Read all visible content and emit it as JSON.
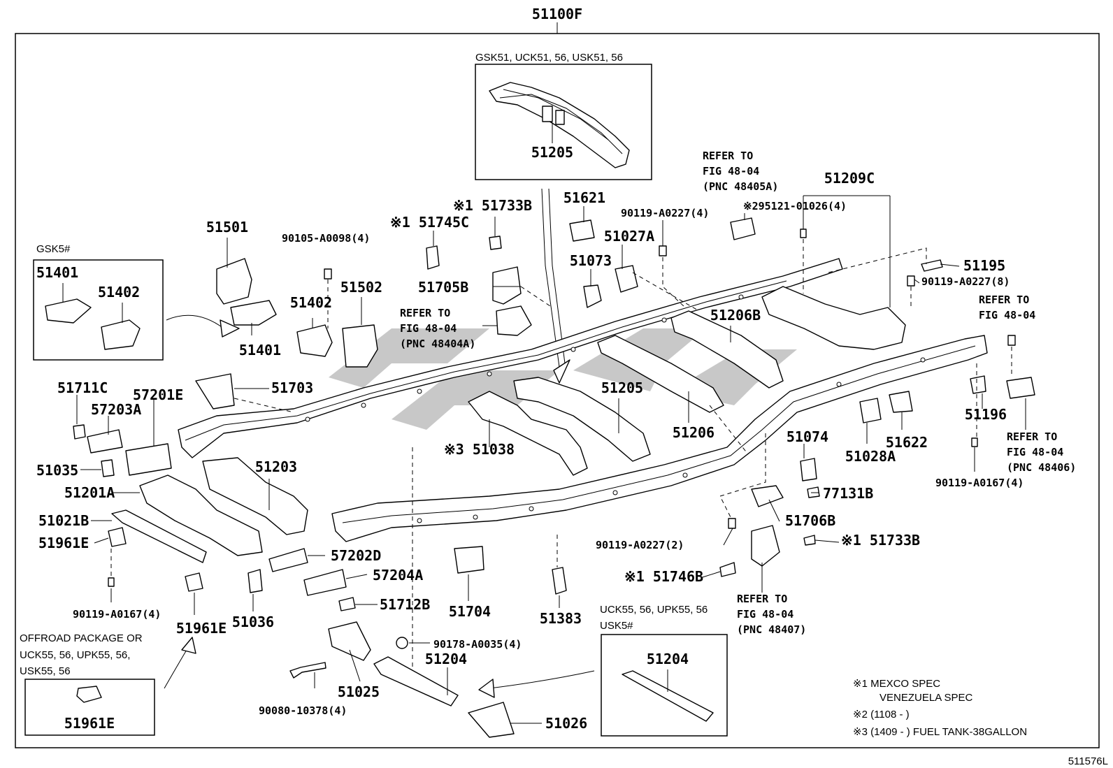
{
  "diagram": {
    "assembly_label": "51100F",
    "figure_code": "511576L",
    "insets": {
      "top_center": {
        "header": "GSK51, UCK51, 56, USK51, 56",
        "part": "51205"
      },
      "gsk5": {
        "header": "GSK5#",
        "part_a": "51401",
        "part_b": "51402"
      },
      "offroad": {
        "header_line1": "OFFROAD PACKAGE OR",
        "header_line2": "UCK55, 56, UPK55, 56,",
        "header_line3": "USK55, 56",
        "part": "51961E"
      },
      "uck55": {
        "header_line1": "UCK55, 56, UPK55, 56",
        "header_line2": "USK5#",
        "part": "51204"
      }
    },
    "refer_notes": {
      "r48405": {
        "line1": "REFER TO",
        "line2": "FIG 48-04",
        "line3": "(PNC 48405A)"
      },
      "r48404": {
        "line1": "REFER TO",
        "line2": "FIG 48-04",
        "line3": "(PNC 48404A)"
      },
      "rtop_right": {
        "line1": "REFER TO",
        "line2": "FIG 48-04"
      },
      "r48406": {
        "line1": "REFER TO",
        "line2": "FIG 48-04",
        "line3": "(PNC 48406)"
      },
      "r48407": {
        "line1": "REFER TO",
        "line2": "FIG 48-04",
        "line3": "(PNC 48407)"
      }
    },
    "labels": {
      "p51501": "51501",
      "p51401": "51401",
      "p51402": "51402",
      "p51502": "51502",
      "p90105": "90105-A0098(4)",
      "p51745c": "※1 51745C",
      "p51733b_top": "※1 51733B",
      "p51705b": "51705B",
      "p51621": "51621",
      "p51027a": "51027A",
      "p51073": "51073",
      "p90119_4": "90119-A0227(4)",
      "p295121": "※295121-01026(4)",
      "p51209c": "51209C",
      "p51195": "51195",
      "p90119_8": "90119-A0227(8)",
      "p51206b": "51206B",
      "p51206": "51206",
      "p51205": "51205",
      "p51038": "※3 51038",
      "p51703": "51703",
      "p51711c": "51711C",
      "p57201e": "57201E",
      "p57203a": "57203A",
      "p51035": "51035",
      "p51201a": "51201A",
      "p51203": "51203",
      "p51021b": "51021B",
      "p51961e_left": "51961E",
      "p90119_a0167_left": "90119-A0167(4)",
      "p51961e_mid": "51961E",
      "p57202d": "57202D",
      "p57204a": "57204A",
      "p51712b": "51712B",
      "p51036": "51036",
      "p51704": "51704",
      "p51383": "51383",
      "p90178": "90178-A0035(4)",
      "p51204": "51204",
      "p51025": "51025",
      "p90080": "90080-10378(4)",
      "p51026": "51026",
      "p51074": "51074",
      "p77131b": "77131B",
      "p51706b": "51706B",
      "p51733b_right": "※1 51733B",
      "p90119_2": "90119-A0227(2)",
      "p51746b": "※1 51746B",
      "p51028a": "51028A",
      "p51622": "51622",
      "p51196": "51196",
      "p90119_a0167_right": "90119-A0167(4)"
    },
    "notes": {
      "n1_line1": "※1 MEXCO SPEC",
      "n1_line2": "VENEZUELA SPEC",
      "n2": "※2 (1108 -      )",
      "n3": "※3 (1409 -      ) FUEL TANK-38GALLON"
    }
  }
}
